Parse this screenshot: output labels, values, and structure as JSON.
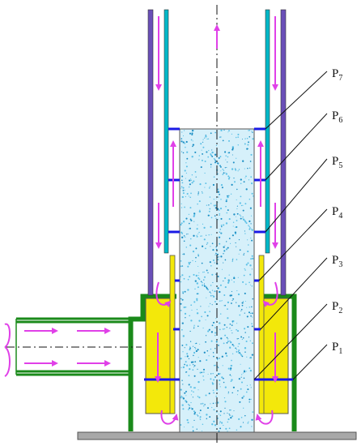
{
  "diagram": {
    "labels": [
      {
        "id": "p7",
        "base": "P",
        "sub": "7"
      },
      {
        "id": "p6",
        "base": "P",
        "sub": "6"
      },
      {
        "id": "p5",
        "base": "P",
        "sub": "5"
      },
      {
        "id": "p4",
        "base": "P",
        "sub": "4"
      },
      {
        "id": "p3",
        "base": "P",
        "sub": "3"
      },
      {
        "id": "p2",
        "base": "P",
        "sub": "2"
      },
      {
        "id": "p1",
        "base": "P",
        "sub": "1"
      }
    ],
    "colors": {
      "outer_wall": "#6a4fb8",
      "inner_wall": "#00b8c8",
      "packed_bed_fill": "#d6f0fa",
      "packed_bed_dots": "#38a9d6",
      "support_block": "#f3e80a",
      "casing": "#1a8a1a",
      "flow_arrow": "#e040e8",
      "probe": "#1a1ae6",
      "base_plate": "#a8a8a8",
      "leader_line": "#111111"
    }
  }
}
